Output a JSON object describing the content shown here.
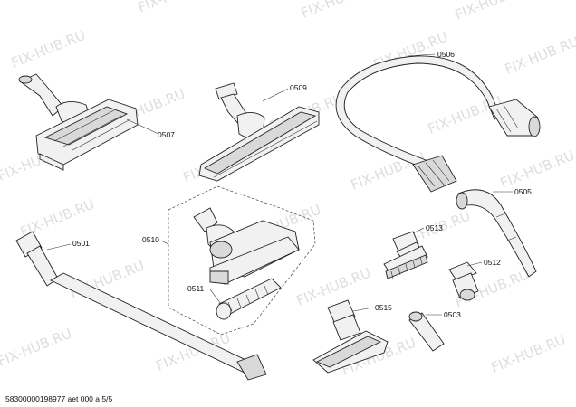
{
  "watermark": "FIX-HUB.RU",
  "footer": "58300000198977 aet 000 a 5/5",
  "parts": {
    "p0501": "0501",
    "p0503": "0503",
    "p0505": "0505",
    "p0506": "0506",
    "p0507": "0507",
    "p0509": "0509",
    "p0510": "0510",
    "p0511": "0511",
    "p0512": "0512",
    "p0513": "0513",
    "p0515": "0515"
  },
  "colors": {
    "watermark": "#dedede",
    "line": "#222222"
  }
}
